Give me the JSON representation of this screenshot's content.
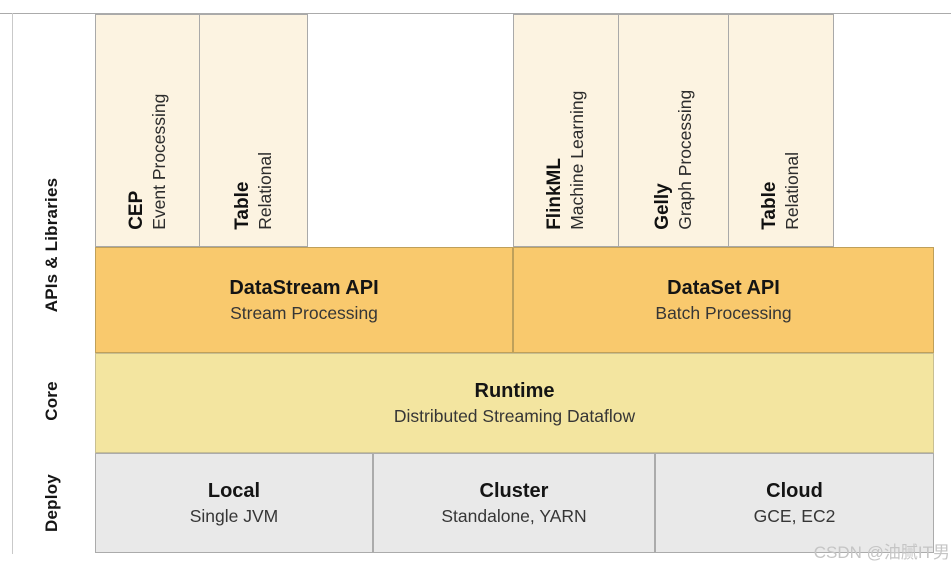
{
  "side_labels": {
    "apis": "APIs & Libraries",
    "core": "Core",
    "deploy": "Deploy"
  },
  "library_boxes": [
    {
      "name": "CEP",
      "desc": "Event Processing"
    },
    {
      "name": "Table",
      "desc": "Relational"
    },
    {
      "name": "FlinkML",
      "desc": "Machine Learning"
    },
    {
      "name": "Gelly",
      "desc": "Graph Processing"
    },
    {
      "name": "Table",
      "desc": "Relational"
    }
  ],
  "api_layer": [
    {
      "title": "DataStream API",
      "subtitle": "Stream Processing"
    },
    {
      "title": "DataSet API",
      "subtitle": "Batch Processing"
    }
  ],
  "core_layer": {
    "title": "Runtime",
    "subtitle": "Distributed Streaming Dataflow"
  },
  "deploy_layer": [
    {
      "title": "Local",
      "subtitle": "Single JVM"
    },
    {
      "title": "Cluster",
      "subtitle": "Standalone, YARN"
    },
    {
      "title": "Cloud",
      "subtitle": "GCE, EC2"
    }
  ],
  "watermark": "CSDN @油腻IT男",
  "colors": {
    "library_box_bg": "#fcf3e1",
    "api_layer_bg": "#f9c96d",
    "core_layer_bg": "#f3e5a0",
    "deploy_layer_bg": "#e9e9e9",
    "watermark_text": "#c5c5c5"
  }
}
